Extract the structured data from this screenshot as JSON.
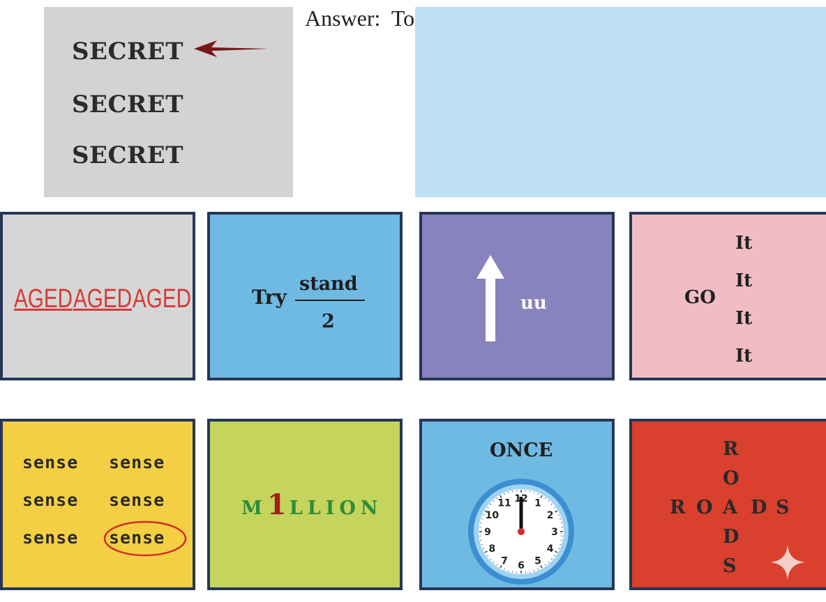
{
  "example": {
    "words": [
      "SECRET",
      "SECRET",
      "SECRET"
    ],
    "answer_label": "Answer:",
    "answer_value": "Top secret"
  },
  "puzzles": {
    "aged": [
      "AGED",
      "AGED",
      "AGED"
    ],
    "try_word": "Try",
    "numerator": "stand",
    "denominator": "2",
    "uu": "uu",
    "go": "GO",
    "its": [
      "It",
      "It",
      "It",
      "It"
    ],
    "senses": [
      "sense",
      "sense",
      "sense",
      "sense",
      "sense",
      "sense"
    ],
    "million_start": "M",
    "million_one": "1",
    "million_end": "LLION",
    "once": "ONCE",
    "clock_numbers": [
      "12",
      "1",
      "2",
      "3",
      "4",
      "5",
      "6",
      "7",
      "8",
      "9",
      "10",
      "11"
    ],
    "roads_vertical": [
      "R",
      "O",
      "A",
      "D",
      "S"
    ],
    "roads_horizontal": [
      "R",
      "O",
      "A",
      "D",
      "S"
    ]
  },
  "colors": {
    "arrow": "#7a1515",
    "aged_red": "#d83a36",
    "million_green": "#2e8b3a",
    "million_red": "#a31d1d",
    "circle_red": "#d42a2a"
  },
  "icons": [
    "left-arrow-icon",
    "up-arrow-icon",
    "clock-icon",
    "sparkle-icon"
  ]
}
